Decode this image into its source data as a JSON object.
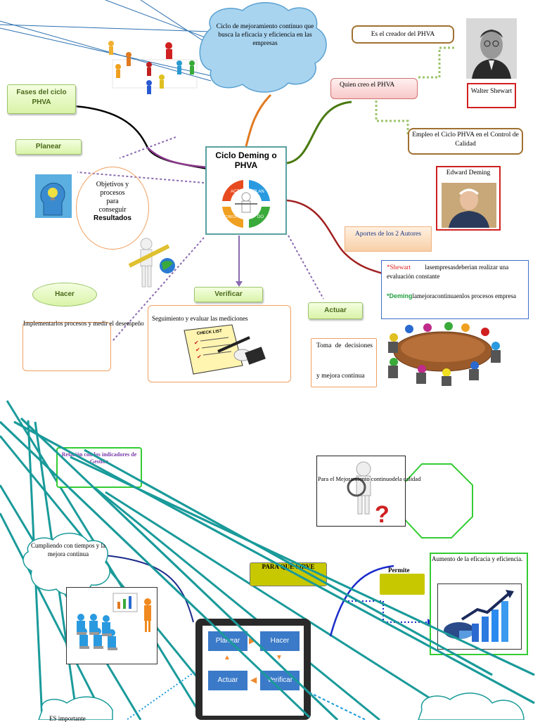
{
  "top": {
    "cloud_text": "Ciclo de mejoramiento continuo que busca la eficacia y eficiencia en las empresas",
    "fases_label": "Fases del ciclo PHVA",
    "planear_label": "Planear",
    "center_title": "Ciclo Deming o PHVA",
    "cycle_words": [
      "ACT",
      "PLAN",
      "DO",
      "CHECK"
    ],
    "objetivos": {
      "line1": "Objetivos y",
      "line2": "procesos",
      "line3": "para",
      "line4": "conseguir",
      "bold": "Resultados"
    },
    "hacer_label": "Hacer",
    "hacer_text": "Implementarlos procesos y medir el desempeño",
    "verificar_label": "Verificar",
    "verificar_text": "Seguimiento y evaluar las mediciones",
    "checklist_label": "CHECK LIST",
    "actuar_label": "Actuar",
    "actuar_text1": "Toma de decisiones",
    "actuar_text2": "y mejora continua",
    "creador_text": "Es el creador del PHVA",
    "quien_label": "Quien creo el PHVA",
    "shewart_name": "Walter Shewart",
    "empleo_text": "Empleo el Ciclo PHVA en el Control de Calidad",
    "deming_name": "Edward Deming",
    "aportes_label": "Aportes de los 2 Autores",
    "aporte1_name": "*Shewart",
    "aporte1_text": "lasempresasdeberian realizar una evaluación constante",
    "aporte2_name": "*Deming",
    "aporte2_text": "lamejoracontinuaenlos procesos empresa"
  },
  "bottom": {
    "relacion_label": "Relación con los indicadores de Gestión",
    "cumpliendo_text": "Cumpliendo con tiempos y la mejora continua",
    "para_que_label": "PARA QUE SIRVE",
    "permite_label": "Permite",
    "para_el_text": "Para el Mejoramiento continuodela calidad",
    "aumento_text": "Aumento de la eficacia y eficiencia.",
    "cycle_steps": [
      "Planear",
      "Hacer",
      "Actuar",
      "Verificar"
    ],
    "bottom_cloud_text": "ES importante"
  },
  "colors": {
    "teal_lines": "#1a9a9a",
    "green_border": "#33cc33",
    "yellow_olive": "#c8c800",
    "center_border": "#5aa0a0",
    "blue_box": "#3c6ec8"
  }
}
